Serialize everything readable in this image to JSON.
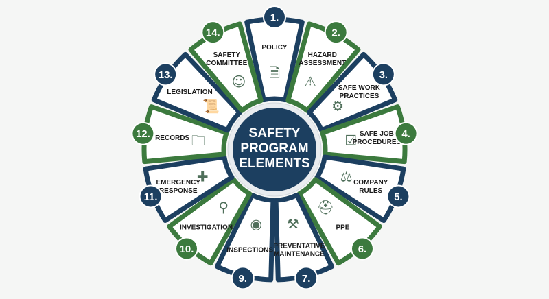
{
  "colors": {
    "navy": "#1c3f60",
    "green": "#3c7a3e",
    "background": "#f5f6f5"
  },
  "center": {
    "lines": [
      "SAFETY",
      "PROGRAM",
      "ELEMENTS"
    ]
  },
  "elements": [
    {
      "number": "1.",
      "label": [
        "POLICY"
      ],
      "color": "navy",
      "icon": "document-shield-icon",
      "glyph": "🗎"
    },
    {
      "number": "2.",
      "label": [
        "HAZARD",
        "ASSESSMENT"
      ],
      "color": "green",
      "icon": "magnifier-warning-icon",
      "glyph": "⚠"
    },
    {
      "number": "3.",
      "label": [
        "SAFE WORK",
        "PRACTICES"
      ],
      "color": "navy",
      "icon": "hands-gear-icon",
      "glyph": "⚙"
    },
    {
      "number": "4.",
      "label": [
        "SAFE JOB",
        "PROCEDURES"
      ],
      "color": "green",
      "icon": "clipboard-stopwatch-icon",
      "glyph": "☑"
    },
    {
      "number": "5.",
      "label": [
        "COMPANY",
        "RULES"
      ],
      "color": "navy",
      "icon": "book-gavel-icon",
      "glyph": "⚖"
    },
    {
      "number": "6.",
      "label": [
        "PPE"
      ],
      "color": "green",
      "icon": "hardhat-goggles-gloves-icon",
      "glyph": "⛑"
    },
    {
      "number": "7.",
      "label": [
        "PREVENTATIVE",
        "MAINTENANCE"
      ],
      "color": "navy",
      "icon": "tools-calendar-icon",
      "glyph": "⚒"
    },
    {
      "number": "9.",
      "label": [
        "INSPECTIONS"
      ],
      "color": "navy",
      "icon": "clipboard-eye-icon",
      "glyph": "◉"
    },
    {
      "number": "10.",
      "label": [
        "INVESTIGATION"
      ],
      "color": "green",
      "icon": "chain-magnifier-icon",
      "glyph": "⚲"
    },
    {
      "number": "11.",
      "label": [
        "EMERGENCY",
        "RESPONSE"
      ],
      "color": "navy",
      "icon": "emergency-light-icon",
      "glyph": "✚"
    },
    {
      "number": "12.",
      "label": [
        "RECORDS"
      ],
      "color": "green",
      "icon": "folder-chart-icon",
      "glyph": "🗀"
    },
    {
      "number": "13.",
      "label": [
        "LEGISLATION"
      ],
      "color": "navy",
      "icon": "certificate-scroll-icon",
      "glyph": "📜"
    },
    {
      "number": "14.",
      "label": [
        "SAFETY",
        "COMMITTEE"
      ],
      "color": "green",
      "icon": "meeting-people-icon",
      "glyph": "☺"
    }
  ]
}
